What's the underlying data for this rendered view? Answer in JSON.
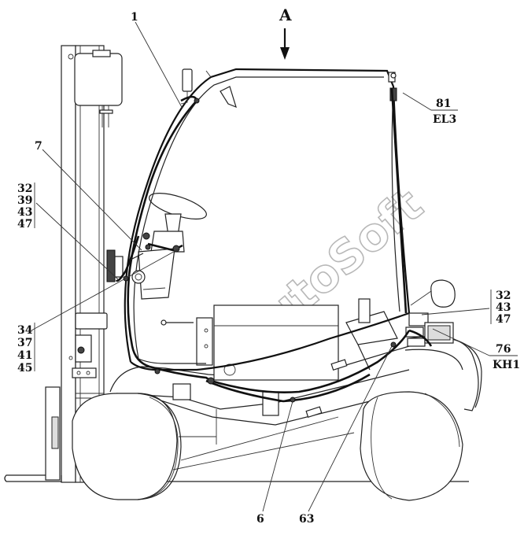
{
  "watermark": "AutoSoft",
  "view_marker": "A",
  "labels": {
    "l1": "1",
    "l7": "7",
    "l6": "6",
    "l63": "63",
    "group_left_top": [
      "32",
      "39",
      "43",
      "47"
    ],
    "group_left_bottom": [
      "34",
      "37",
      "41",
      "45"
    ],
    "group_right": [
      "32",
      "43",
      "47"
    ],
    "l81": "81",
    "lEL3": "EL3",
    "l76": "76",
    "lKH1": "KH1"
  }
}
